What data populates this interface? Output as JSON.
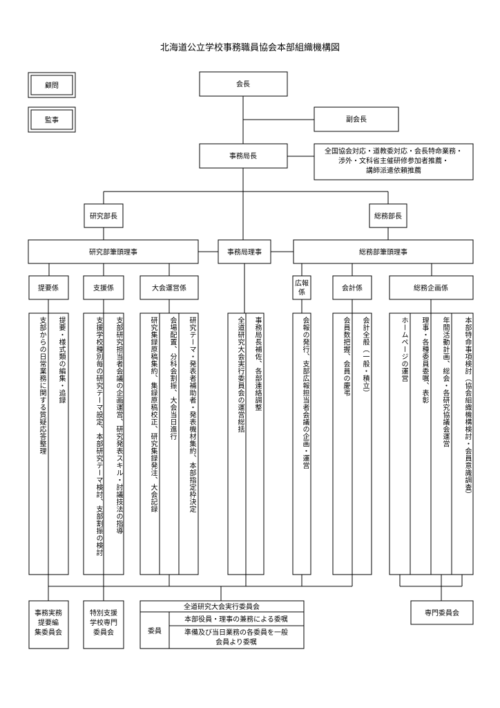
{
  "title": "北海道公立学校事務職員協会本部組織機構図",
  "advisors": {
    "komon": "顧問",
    "kanji": "監事"
  },
  "top": {
    "president": "会長",
    "vice_president": "副会長",
    "secretary_general": "事務局長",
    "secretary_general_note": [
      "全国協会対応・道教委対応・会長特命業務・",
      "渉外・文科省主催研修参加者推薦・",
      "講師派遣依頼推薦"
    ]
  },
  "dept_heads": {
    "research": "研究部長",
    "general": "総務部長"
  },
  "directors": {
    "research": "研究部筆頭理事",
    "office": "事務局理事",
    "general": "総務部筆頭理事"
  },
  "sections": {
    "teiyo": "提要係",
    "shien": "支援係",
    "taikai": "大会運営係",
    "koho": "広報係",
    "kaikei": "会計係",
    "kikaku": "総務企画係"
  },
  "duties": {
    "teiyo_1": "支部からの日常業務に関する質疑応答整理",
    "teiyo_2": "提要・様式類の編集・追録",
    "shien_1": "支援学校種別毎の研究テーマ設定、本部研究テーマ検討、支部割振の検討",
    "shien_2": "支部研究担当者会議の企画運営、研究発表スキル・討議技法の指導",
    "taikai_1": "研究集録原稿集約、集録原稿校正、研究集録発注、大会記録",
    "taikai_2": "会場配置、分科会割振、大会当日進行",
    "taikai_3": "研究テーマ・発表者補助者・発表機材集約、本部指定枠決定",
    "office_1": "全道研究大会実行委員会の運営総括",
    "office_2": "事務局長補佐、各部連絡調整",
    "koho_1": "会報の発行、支部広報担当者会議の企画・運営",
    "kaikei_1": "会員数把握、会員の慶弔",
    "kaikei_2": "会計全般（一般・積立）",
    "kikaku_1": "ホームページの運営",
    "kikaku_2": "理事・各種委員委嘱、表彰",
    "kikaku_3": "年間活動計画、総会・各研究協議会運営",
    "kikaku_4": "本部特命事項検討（協会組織機構検討・会員意識調査）"
  },
  "committees": {
    "jimu": [
      "事務実務",
      "提要編",
      "集委員会"
    ],
    "tokubetsu": [
      "特別支援",
      "学校専門",
      "委員会"
    ],
    "zendo_title": "全道研究大会実行委員会",
    "zendo_member_label": "委員",
    "zendo_row1": "本部役員・理事の兼務による委嘱",
    "zendo_row2": [
      "準備及び当日業務の各委員を一般",
      "会員より委嘱"
    ],
    "senmon": "専門委員会"
  }
}
